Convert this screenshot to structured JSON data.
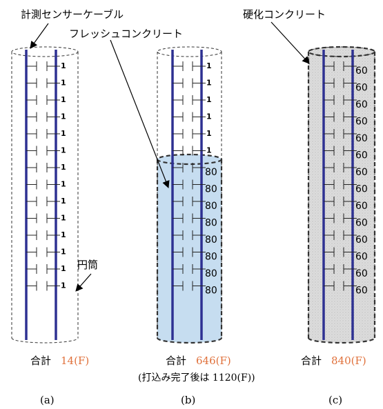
{
  "callouts": {
    "sensor_cable": "計測センサーケーブル",
    "fresh_concrete": "フレッシュコンクリート",
    "hardened_concrete": "硬化コンクリート",
    "cylinder": "円筒"
  },
  "columns": [
    {
      "caption": "(a)",
      "total_label": "合計",
      "total_value": "14(F)",
      "note": "",
      "values": [
        "1",
        "1",
        "1",
        "1",
        "1",
        "1",
        "1",
        "1",
        "1",
        "1",
        "1",
        "1",
        "1",
        "1"
      ],
      "fill": "none",
      "fill_from_row": 0
    },
    {
      "caption": "(b)",
      "total_label": "合計",
      "total_value": "646(F)",
      "note": "(打込み完了後は 1120(F))",
      "values": [
        "1",
        "1",
        "1",
        "1",
        "1",
        "1",
        "80",
        "80",
        "80",
        "80",
        "80",
        "80",
        "80",
        "80"
      ],
      "fill": "fresh",
      "fill_from_row": 6
    },
    {
      "caption": "(c)",
      "total_label": "合計",
      "total_value": "840(F)",
      "note": "",
      "values": [
        "60",
        "60",
        "60",
        "60",
        "60",
        "60",
        "60",
        "60",
        "60",
        "60",
        "60",
        "60",
        "60",
        "60"
      ],
      "fill": "hardened",
      "fill_from_row": 0
    }
  ],
  "colors": {
    "cable": "#2e3192",
    "fresh_fill": "#c6ddf0",
    "hardened_fill": "#dcdcdc",
    "value_accent": "#e0703a"
  }
}
